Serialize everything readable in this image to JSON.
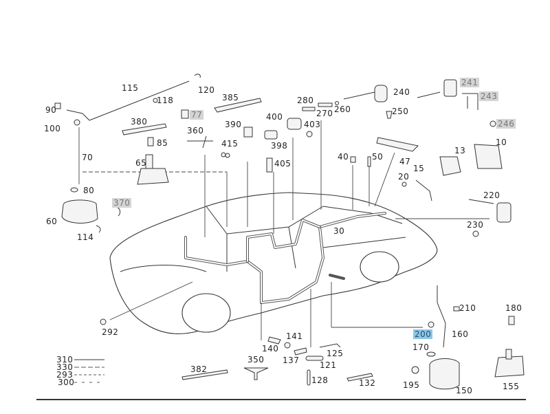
{
  "diagram": {
    "title": "Central locking system – vacuum lines and components",
    "highlighted_selected": "200",
    "highlight_colors": {
      "selected": "#8fc6e6",
      "unavailable": "#d4d4d4"
    },
    "callouts": [
      {
        "id": "115",
        "label": "115",
        "state": "normal"
      },
      {
        "id": "120",
        "label": "120",
        "state": "normal"
      },
      {
        "id": "118",
        "label": "118",
        "state": "normal"
      },
      {
        "id": "90",
        "label": "90",
        "state": "normal"
      },
      {
        "id": "100",
        "label": "100",
        "state": "normal"
      },
      {
        "id": "380",
        "label": "380",
        "state": "normal"
      },
      {
        "id": "85",
        "label": "85",
        "state": "normal"
      },
      {
        "id": "70",
        "label": "70",
        "state": "normal"
      },
      {
        "id": "65",
        "label": "65",
        "state": "normal"
      },
      {
        "id": "80",
        "label": "80",
        "state": "normal"
      },
      {
        "id": "370",
        "label": "370",
        "state": "unavailable"
      },
      {
        "id": "60",
        "label": "60",
        "state": "normal"
      },
      {
        "id": "114",
        "label": "114",
        "state": "normal"
      },
      {
        "id": "385",
        "label": "385",
        "state": "normal"
      },
      {
        "id": "77",
        "label": "77",
        "state": "unavailable"
      },
      {
        "id": "360",
        "label": "360",
        "state": "normal"
      },
      {
        "id": "390",
        "label": "390",
        "state": "normal"
      },
      {
        "id": "415",
        "label": "415",
        "state": "normal"
      },
      {
        "id": "400",
        "label": "400",
        "state": "normal"
      },
      {
        "id": "398",
        "label": "398",
        "state": "normal"
      },
      {
        "id": "405",
        "label": "405",
        "state": "normal"
      },
      {
        "id": "403",
        "label": "403",
        "state": "normal"
      },
      {
        "id": "280",
        "label": "280",
        "state": "normal"
      },
      {
        "id": "270",
        "label": "270",
        "state": "normal"
      },
      {
        "id": "260",
        "label": "260",
        "state": "normal"
      },
      {
        "id": "240",
        "label": "240",
        "state": "normal"
      },
      {
        "id": "250",
        "label": "250",
        "state": "normal"
      },
      {
        "id": "241",
        "label": "241",
        "state": "unavailable"
      },
      {
        "id": "243",
        "label": "243",
        "state": "unavailable"
      },
      {
        "id": "246",
        "label": "246",
        "state": "unavailable"
      },
      {
        "id": "40",
        "label": "40",
        "state": "normal"
      },
      {
        "id": "50",
        "label": "50",
        "state": "normal"
      },
      {
        "id": "47",
        "label": "47",
        "state": "normal"
      },
      {
        "id": "13",
        "label": "13",
        "state": "normal"
      },
      {
        "id": "10",
        "label": "10",
        "state": "normal"
      },
      {
        "id": "20",
        "label": "20",
        "state": "normal"
      },
      {
        "id": "15",
        "label": "15",
        "state": "normal"
      },
      {
        "id": "220",
        "label": "220",
        "state": "normal"
      },
      {
        "id": "230",
        "label": "230",
        "state": "normal"
      },
      {
        "id": "30",
        "label": "30",
        "state": "normal"
      },
      {
        "id": "292",
        "label": "292",
        "state": "normal"
      },
      {
        "id": "210",
        "label": "210",
        "state": "normal"
      },
      {
        "id": "180",
        "label": "180",
        "state": "normal"
      },
      {
        "id": "200",
        "label": "200",
        "state": "selected"
      },
      {
        "id": "160",
        "label": "160",
        "state": "normal"
      },
      {
        "id": "170",
        "label": "170",
        "state": "normal"
      },
      {
        "id": "195",
        "label": "195",
        "state": "normal"
      },
      {
        "id": "150",
        "label": "150",
        "state": "normal"
      },
      {
        "id": "155",
        "label": "155",
        "state": "normal"
      },
      {
        "id": "140",
        "label": "140",
        "state": "normal"
      },
      {
        "id": "141",
        "label": "141",
        "state": "normal"
      },
      {
        "id": "137",
        "label": "137",
        "state": "normal"
      },
      {
        "id": "125",
        "label": "125",
        "state": "normal"
      },
      {
        "id": "121",
        "label": "121",
        "state": "normal"
      },
      {
        "id": "128",
        "label": "128",
        "state": "normal"
      },
      {
        "id": "132",
        "label": "132",
        "state": "normal"
      },
      {
        "id": "350",
        "label": "350",
        "state": "normal"
      },
      {
        "id": "382",
        "label": "382",
        "state": "normal"
      }
    ],
    "legend": [
      {
        "label": "310",
        "line_style": "solid"
      },
      {
        "label": "330",
        "line_style": "long-dash"
      },
      {
        "label": "293",
        "line_style": "dash"
      },
      {
        "label": "300",
        "line_style": "sparse-dash"
      }
    ]
  }
}
